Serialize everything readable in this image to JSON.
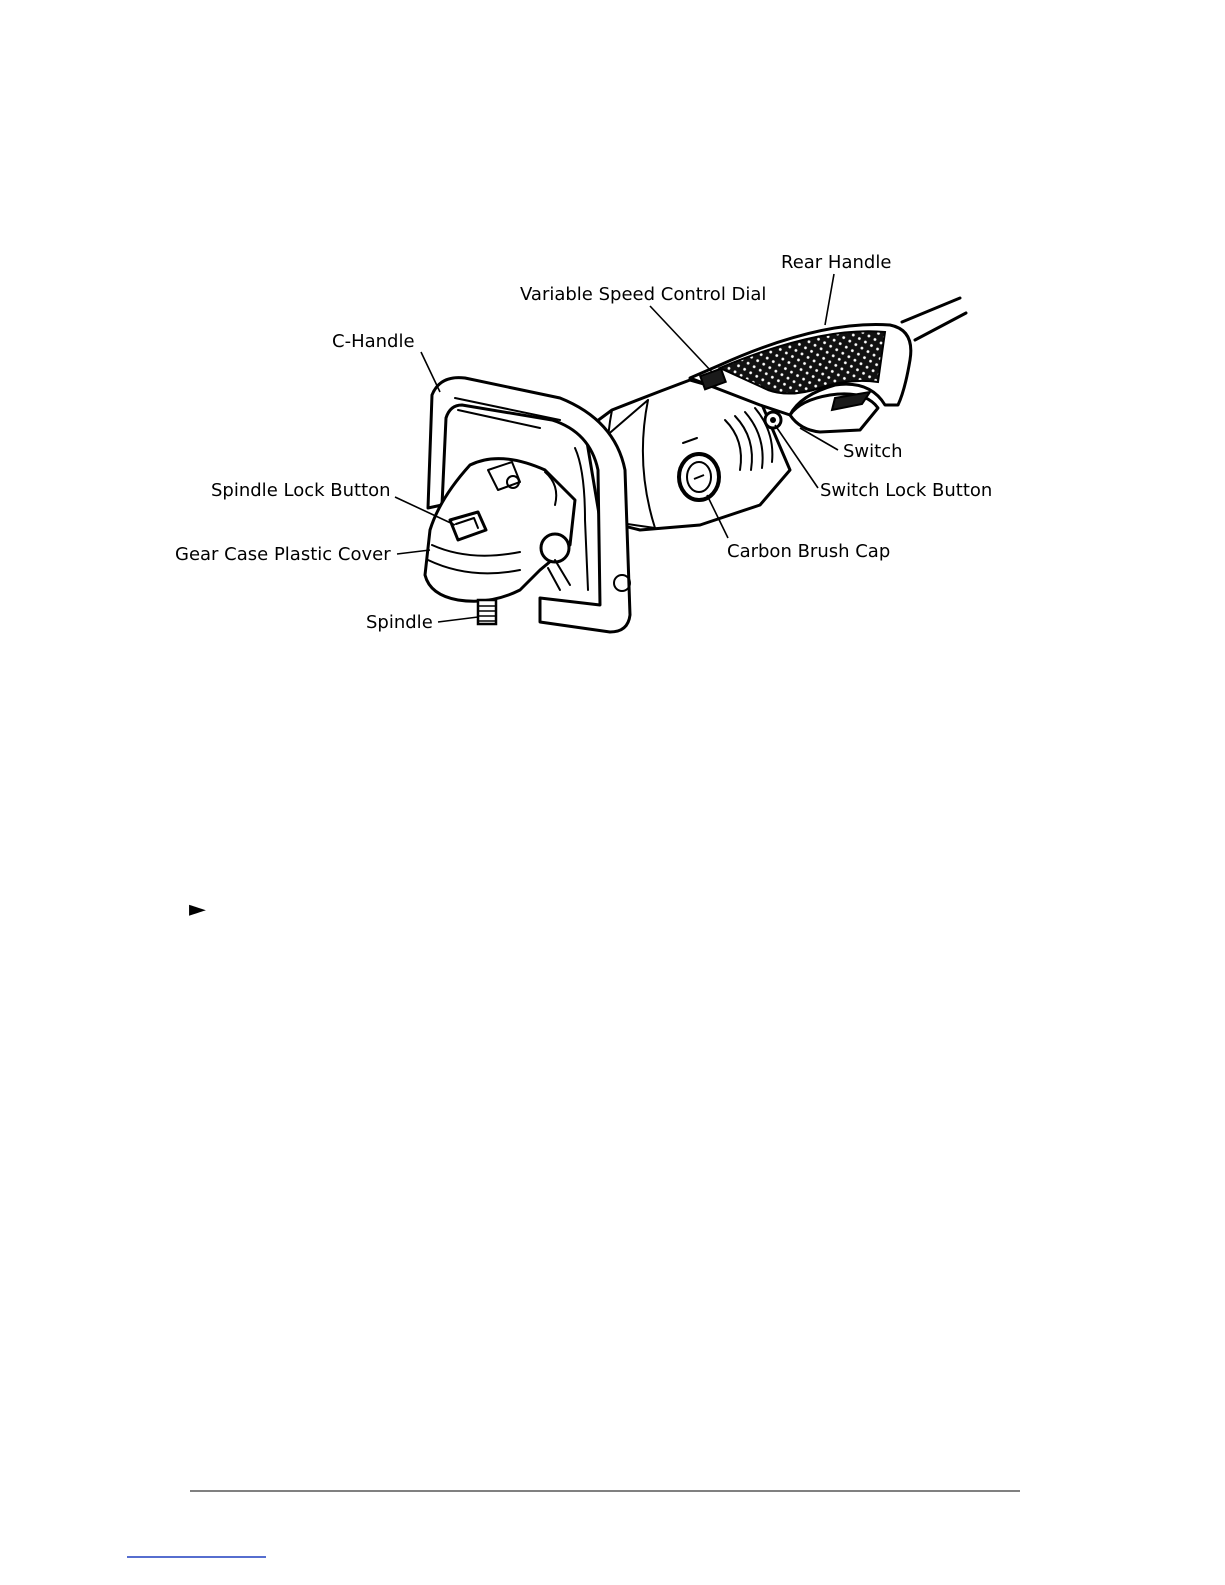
{
  "labels": {
    "rear_handle": "Rear Handle",
    "variable_speed_control_dial": "Variable Speed Control Dial",
    "c_handle": "C-Handle",
    "switch": "Switch",
    "spindle_lock_button": "Spindle Lock Button",
    "switch_lock_button": "Switch Lock Button",
    "gear_case_plastic_cover": "Gear Case Plastic Cover",
    "carbon_brush_cap": "Carbon Brush Cap",
    "spindle": "Spindle"
  },
  "bullet_glyph": "►",
  "colors": {
    "ink": "#000000",
    "page": "#ffffff",
    "footer_link": "#1f3fbf"
  }
}
